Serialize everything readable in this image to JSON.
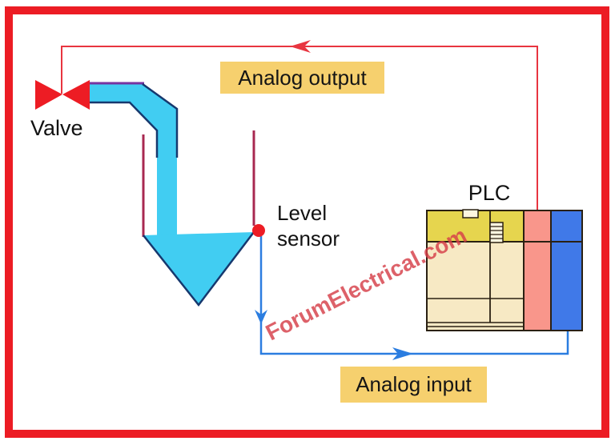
{
  "diagram": {
    "watermark": "ForumElectrical.com",
    "labels": {
      "valve": "Valve",
      "analog_output": "Analog output",
      "analog_input": "Analog input",
      "plc": "PLC",
      "level_sensor_line1": "Level",
      "level_sensor_line2": "sensor"
    },
    "colors": {
      "frame_red": "#ec1c24",
      "signal_red": "#e83540",
      "signal_blue": "#2b7de0",
      "valve_red": "#ed1c24",
      "sensor_dot_red": "#ed1c24",
      "pipe_cyan": "#41cdf2",
      "pipe_outline_navy": "#16386e",
      "pipe_top_purple": "#7733a0",
      "tank_wall_maroon": "#a82851",
      "label_bg_yellow": "#f6d06e",
      "plc_top_yellow": "#e6d54e",
      "plc_body_cream": "#f7e9c4",
      "plc_notch_cream": "#fdf6e0",
      "plc_output_salmon": "#f9968b",
      "plc_input_blue": "#4079e8",
      "plc_line_brown": "#2a2012",
      "watermark_red": "#d63e48"
    }
  }
}
